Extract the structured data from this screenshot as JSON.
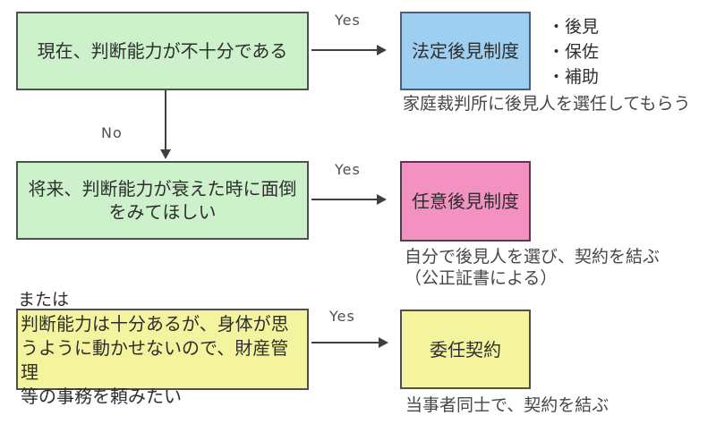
{
  "diagram": {
    "title_hint": "成年後見制度フローチャート",
    "colors": {
      "green_box": "#ccf1cb",
      "blue_box": "#9ecff0",
      "pink_box": "#f392c0",
      "yellow_box": "#f4f49f",
      "border": "#4f4f4f",
      "arrow": "#3f3f3f",
      "text": "#2e2e2e",
      "caption_text": "#474747",
      "background": "#ffffff"
    },
    "labels": {
      "yes1": "Yes",
      "no1": "No",
      "yes2": "Yes",
      "or": "または",
      "yes3": "Yes"
    },
    "boxes": {
      "current": {
        "text": "現在、判断能力が不十分である"
      },
      "legal": {
        "text": "法定後見制度"
      },
      "future": {
        "line1": "将来、判断能力が衰えた時に面倒",
        "line2": "をみてほしい"
      },
      "voluntary": {
        "text": "任意後見制度"
      },
      "physical": {
        "line1": "判断能力は十分あるが、身体が思",
        "line2": "うように動かせないので、財産管理",
        "line3": "等の事務を頼みたい"
      },
      "mandate": {
        "text": "委任契約"
      }
    },
    "bullets": [
      "・後見",
      "・保佐",
      "・補助"
    ],
    "captions": {
      "legal": "家庭裁判所に後見人を選任してもらう",
      "voluntary_line1": "自分で後見人を選び、契約を結ぶ",
      "voluntary_line2": "（公正証書による）",
      "mandate": "当事者同士で、契約を結ぶ"
    }
  }
}
